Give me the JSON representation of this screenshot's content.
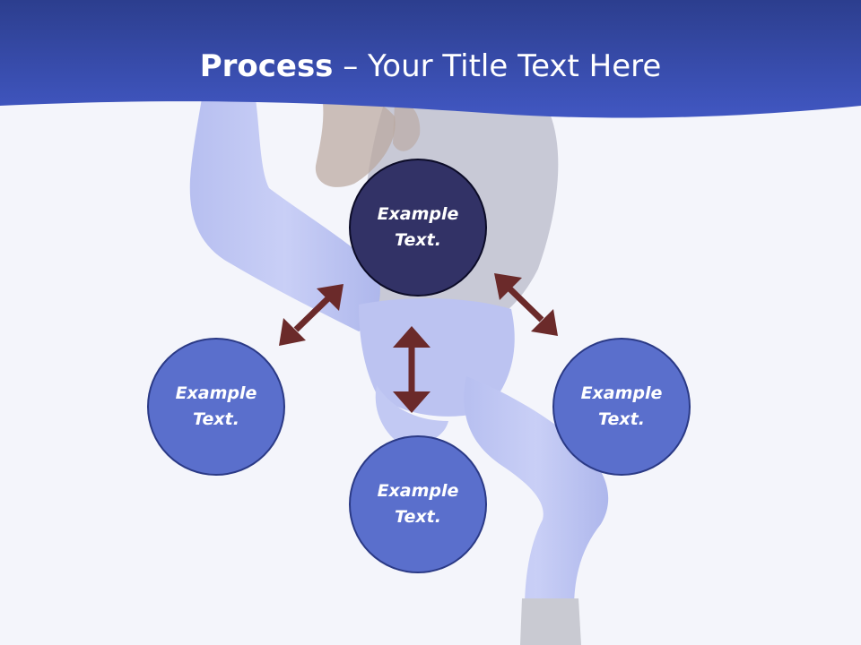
{
  "slide": {
    "title_bold": "Process",
    "title_rest": " – Your Title Text Here"
  },
  "nodes": {
    "center": "Example Text.",
    "left": "Example Text.",
    "bottom": "Example Text.",
    "right": "Example Text."
  },
  "colors": {
    "header": "#3a52b8",
    "center_fill": "#323266",
    "outer_fill": "#5a6fcc",
    "arrow": "#6b2a2a"
  }
}
